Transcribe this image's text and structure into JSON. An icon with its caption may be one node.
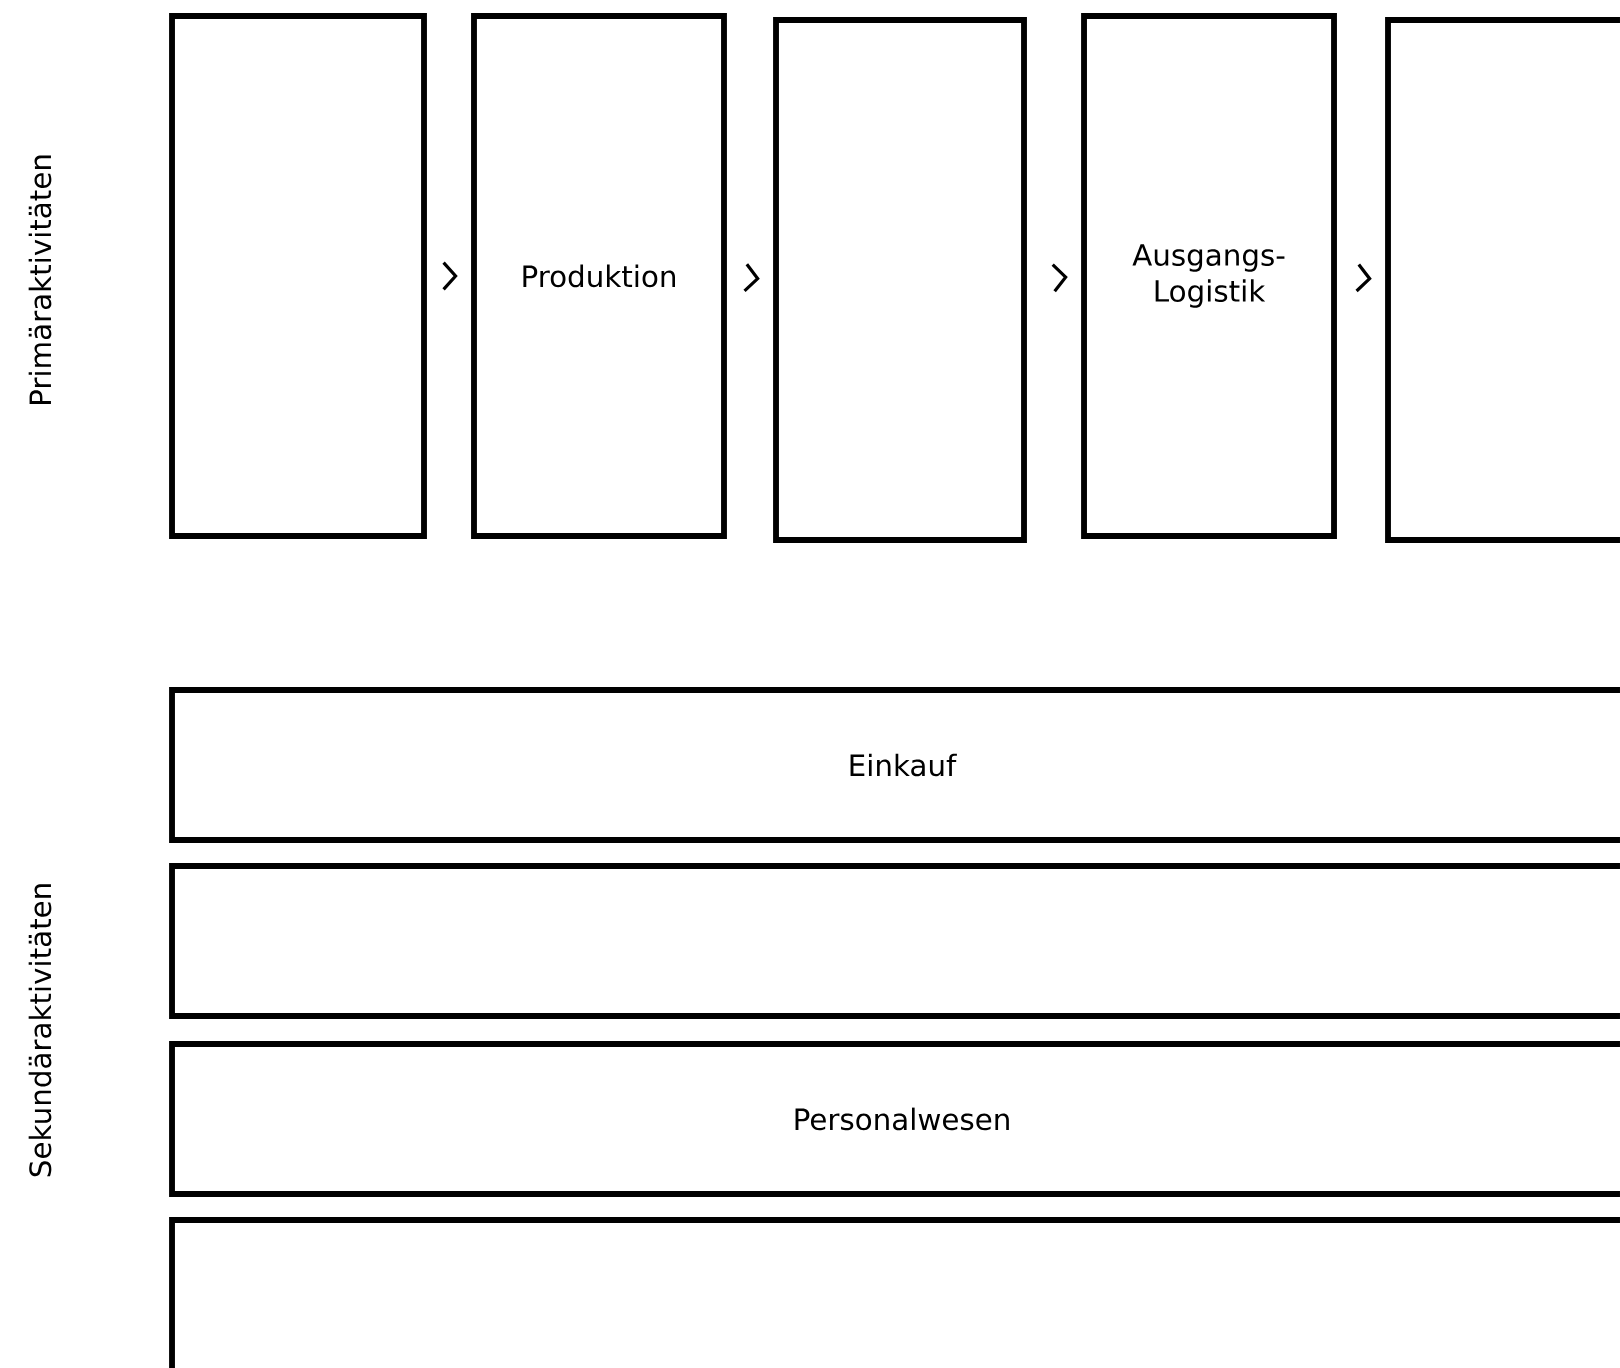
{
  "diagram": {
    "nodes": [
      {
        "text": [],
        "shape": "box"
      },
      {
        "text": [
          "Produktion"
        ]
      },
      {
        "text": [],
        "shape": "box"
      },
      {
        "text": [
          "Ausgangs- Logistik"
        ]
      },
      {
        "text": [],
        "shape": "box"
      },
      {
        "text": [
          "Einkauf"
        ]
      },
      {
        "text": [],
        "shape": "box"
      },
      {
        "text": [
          "Personalwesen"
        ]
      },
      {
        "text": [],
        "shape": "box"
      }
    ],
    "edges": [
      {
        "from": 0,
        "to": 1,
        "arrow": "to"
      },
      {
        "from": 1,
        "to": 2,
        "arrow": "to"
      },
      {
        "from": 2,
        "to": 3,
        "arrow": "to"
      },
      {
        "from": 3,
        "to": 4,
        "arrow": "to"
      }
    ],
    "labels": [
      "Primäraktivitäten",
      "Sekundäraktivitäten"
    ]
  }
}
